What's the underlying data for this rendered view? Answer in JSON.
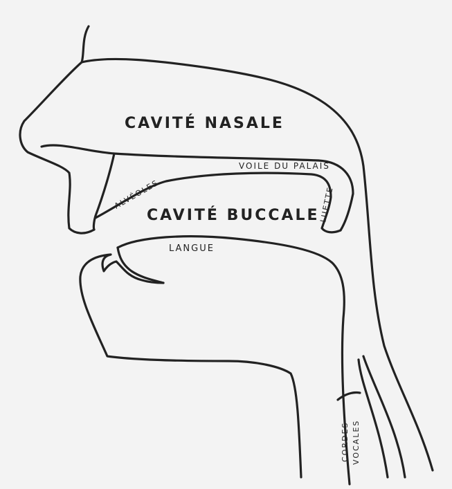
{
  "labels": {
    "nasal_cavity": "CAVITÉ NASALE",
    "oral_cavity": "CAVITÉ BUCCALE",
    "soft_palate": "VOILE DU PALAIS",
    "alveoli": "ALVÉOLES",
    "uvula": "LUETTE",
    "tongue": "LANGUE",
    "vocal_cords_1": "CORDES",
    "vocal_cords_2": "VOCALES"
  }
}
